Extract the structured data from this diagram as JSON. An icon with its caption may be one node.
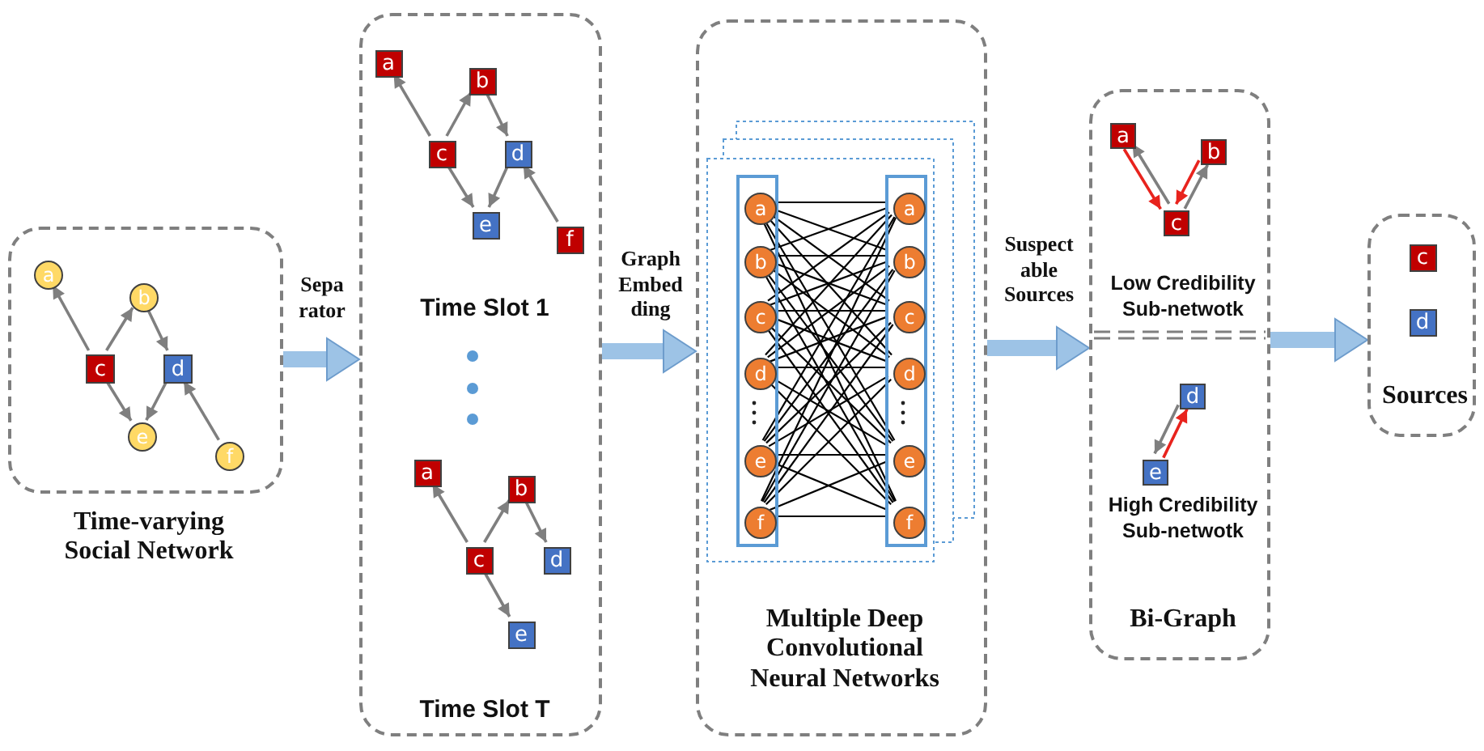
{
  "diagram": {
    "nodes": [
      {
        "text": [
          "Time-varying Social Network"
        ]
      },
      {
        "text": [
          "a"
        ],
        "in": 0
      },
      {
        "text": [
          "b"
        ],
        "in": 0
      },
      {
        "text": [
          "c"
        ],
        "in": 0
      },
      {
        "text": [
          "d"
        ],
        "in": 0
      },
      {
        "text": [
          "e"
        ],
        "in": 0
      },
      {
        "text": [
          "f"
        ],
        "in": 0
      },
      {
        "text": [
          "Time Slot 1",
          "Time Slot T"
        ]
      },
      {
        "text": [
          "a"
        ],
        "in": 7
      },
      {
        "text": [
          "b"
        ],
        "in": 7
      },
      {
        "text": [
          "c"
        ],
        "in": 7
      },
      {
        "text": [
          "d"
        ],
        "in": 7
      },
      {
        "text": [
          "e"
        ],
        "in": 7
      },
      {
        "text": [
          "f"
        ],
        "in": 7
      },
      {
        "text": [
          "a"
        ],
        "in": 7
      },
      {
        "text": [
          "b"
        ],
        "in": 7
      },
      {
        "text": [
          "c"
        ],
        "in": 7
      },
      {
        "text": [
          "d"
        ],
        "in": 7
      },
      {
        "text": [
          "e"
        ],
        "in": 7
      },
      {
        "text": [
          "Multiple Deep Convolutional Neural Networks"
        ]
      },
      {
        "text": [],
        "shape": "box",
        "in": 19
      },
      {
        "text": [
          "a"
        ],
        "in": 20
      },
      {
        "text": [
          "b"
        ],
        "in": 20
      },
      {
        "text": [
          "c"
        ],
        "in": 20
      },
      {
        "text": [
          "d"
        ],
        "in": 20
      },
      {
        "text": [
          "e"
        ],
        "in": 20
      },
      {
        "text": [
          "f"
        ],
        "in": 20
      },
      {
        "text": [],
        "shape": "box",
        "in": 19
      },
      {
        "text": [
          "a"
        ],
        "in": 27
      },
      {
        "text": [
          "b"
        ],
        "in": 27
      },
      {
        "text": [
          "c"
        ],
        "in": 27
      },
      {
        "text": [
          "d"
        ],
        "in": 27
      },
      {
        "text": [
          "e"
        ],
        "in": 27
      },
      {
        "text": [
          "f"
        ],
        "in": 27
      },
      {
        "text": [
          "Bi-Graph"
        ]
      },
      {
        "text": [
          "Low Credibility Sub-netwotk"
        ],
        "in": 34
      },
      {
        "text": [
          "a"
        ],
        "in": 35
      },
      {
        "text": [
          "b"
        ],
        "in": 35
      },
      {
        "text": [
          "c"
        ],
        "in": 35
      },
      {
        "text": [
          "High Credibility Sub-netwotk"
        ],
        "in": 34
      },
      {
        "text": [
          "d"
        ],
        "in": 39
      },
      {
        "text": [
          "e"
        ],
        "in": 39
      },
      {
        "text": [
          "Sources"
        ]
      },
      {
        "text": [
          "c"
        ],
        "in": 42
      },
      {
        "text": [
          "d"
        ],
        "in": 42
      }
    ],
    "edges": [
      {
        "from": 0,
        "to": 7,
        "arrow": "to",
        "label": "Sepa rator",
        "style": "thick",
        "color": "#9dc3e6"
      },
      {
        "from": 7,
        "to": 19,
        "arrow": "to",
        "label": "Graph Embed ding",
        "style": "thick",
        "color": "#9dc3e6"
      },
      {
        "from": 19,
        "to": 34,
        "arrow": "to",
        "label": "Suspect able Sources",
        "style": "thick",
        "color": "#9dc3e6"
      },
      {
        "from": 34,
        "to": 42,
        "arrow": "to",
        "style": "thick",
        "color": "#9dc3e6"
      },
      {
        "from": 3,
        "to": 1,
        "arrow": "to",
        "color": "#7f7f7f"
      },
      {
        "from": 3,
        "to": 2,
        "arrow": "to",
        "color": "#7f7f7f"
      },
      {
        "from": 2,
        "to": 4,
        "arrow": "to",
        "color": "#7f7f7f"
      },
      {
        "from": 3,
        "to": 5,
        "arrow": "to",
        "color": "#7f7f7f"
      },
      {
        "from": 4,
        "to": 5,
        "arrow": "to",
        "color": "#7f7f7f"
      },
      {
        "from": 6,
        "to": 4,
        "arrow": "to",
        "color": "#7f7f7f"
      },
      {
        "from": 10,
        "to": 8,
        "arrow": "to",
        "color": "#7f7f7f"
      },
      {
        "from": 10,
        "to": 9,
        "arrow": "to",
        "color": "#7f7f7f"
      },
      {
        "from": 9,
        "to": 11,
        "arrow": "to",
        "color": "#7f7f7f"
      },
      {
        "from": 10,
        "to": 12,
        "arrow": "to",
        "color": "#7f7f7f"
      },
      {
        "from": 11,
        "to": 12,
        "arrow": "to",
        "color": "#7f7f7f"
      },
      {
        "from": 13,
        "to": 11,
        "arrow": "to",
        "color": "#7f7f7f"
      },
      {
        "from": 16,
        "to": 14,
        "arrow": "to",
        "color": "#7f7f7f"
      },
      {
        "from": 16,
        "to": 15,
        "arrow": "to",
        "color": "#7f7f7f"
      },
      {
        "from": 15,
        "to": 17,
        "arrow": "to",
        "color": "#7f7f7f"
      },
      {
        "from": 16,
        "to": 18,
        "arrow": "to",
        "color": "#7f7f7f"
      },
      {
        "from": 21,
        "to": 28,
        "arrow": "none"
      },
      {
        "from": 21,
        "to": 29,
        "arrow": "none"
      },
      {
        "from": 21,
        "to": 30,
        "arrow": "none"
      },
      {
        "from": 21,
        "to": 31,
        "arrow": "none"
      },
      {
        "from": 21,
        "to": 32,
        "arrow": "none"
      },
      {
        "from": 21,
        "to": 33,
        "arrow": "none"
      },
      {
        "from": 22,
        "to": 28,
        "arrow": "none"
      },
      {
        "from": 22,
        "to": 29,
        "arrow": "none"
      },
      {
        "from": 22,
        "to": 30,
        "arrow": "none"
      },
      {
        "from": 22,
        "to": 31,
        "arrow": "none"
      },
      {
        "from": 22,
        "to": 32,
        "arrow": "none"
      },
      {
        "from": 22,
        "to": 33,
        "arrow": "none"
      },
      {
        "from": 23,
        "to": 28,
        "arrow": "none"
      },
      {
        "from": 23,
        "to": 29,
        "arrow": "none"
      },
      {
        "from": 23,
        "to": 30,
        "arrow": "none"
      },
      {
        "from": 23,
        "to": 31,
        "arrow": "none"
      },
      {
        "from": 23,
        "to": 32,
        "arrow": "none"
      },
      {
        "from": 23,
        "to": 33,
        "arrow": "none"
      },
      {
        "from": 24,
        "to": 28,
        "arrow": "none"
      },
      {
        "from": 24,
        "to": 29,
        "arrow": "none"
      },
      {
        "from": 24,
        "to": 30,
        "arrow": "none"
      },
      {
        "from": 24,
        "to": 31,
        "arrow": "none"
      },
      {
        "from": 24,
        "to": 32,
        "arrow": "none"
      },
      {
        "from": 24,
        "to": 33,
        "arrow": "none"
      },
      {
        "from": 25,
        "to": 28,
        "arrow": "none"
      },
      {
        "from": 25,
        "to": 29,
        "arrow": "none"
      },
      {
        "from": 25,
        "to": 30,
        "arrow": "none"
      },
      {
        "from": 25,
        "to": 31,
        "arrow": "none"
      },
      {
        "from": 25,
        "to": 32,
        "arrow": "none"
      },
      {
        "from": 25,
        "to": 33,
        "arrow": "none"
      },
      {
        "from": 26,
        "to": 28,
        "arrow": "none"
      },
      {
        "from": 26,
        "to": 29,
        "arrow": "none"
      },
      {
        "from": 26,
        "to": 30,
        "arrow": "none"
      },
      {
        "from": 26,
        "to": 31,
        "arrow": "none"
      },
      {
        "from": 26,
        "to": 32,
        "arrow": "none"
      },
      {
        "from": 26,
        "to": 33,
        "arrow": "none"
      },
      {
        "from": 36,
        "to": 38,
        "arrow": "to",
        "color": "#e8231d"
      },
      {
        "from": 37,
        "to": 38,
        "arrow": "to",
        "color": "#e8231d"
      },
      {
        "from": 38,
        "to": 36,
        "arrow": "to",
        "color": "#7f7f7f"
      },
      {
        "from": 38,
        "to": 37,
        "arrow": "to",
        "color": "#7f7f7f"
      },
      {
        "from": 41,
        "to": 40,
        "arrow": "to",
        "color": "#e8231d"
      },
      {
        "from": 40,
        "to": 41,
        "arrow": "to",
        "color": "#7f7f7f"
      }
    ]
  }
}
